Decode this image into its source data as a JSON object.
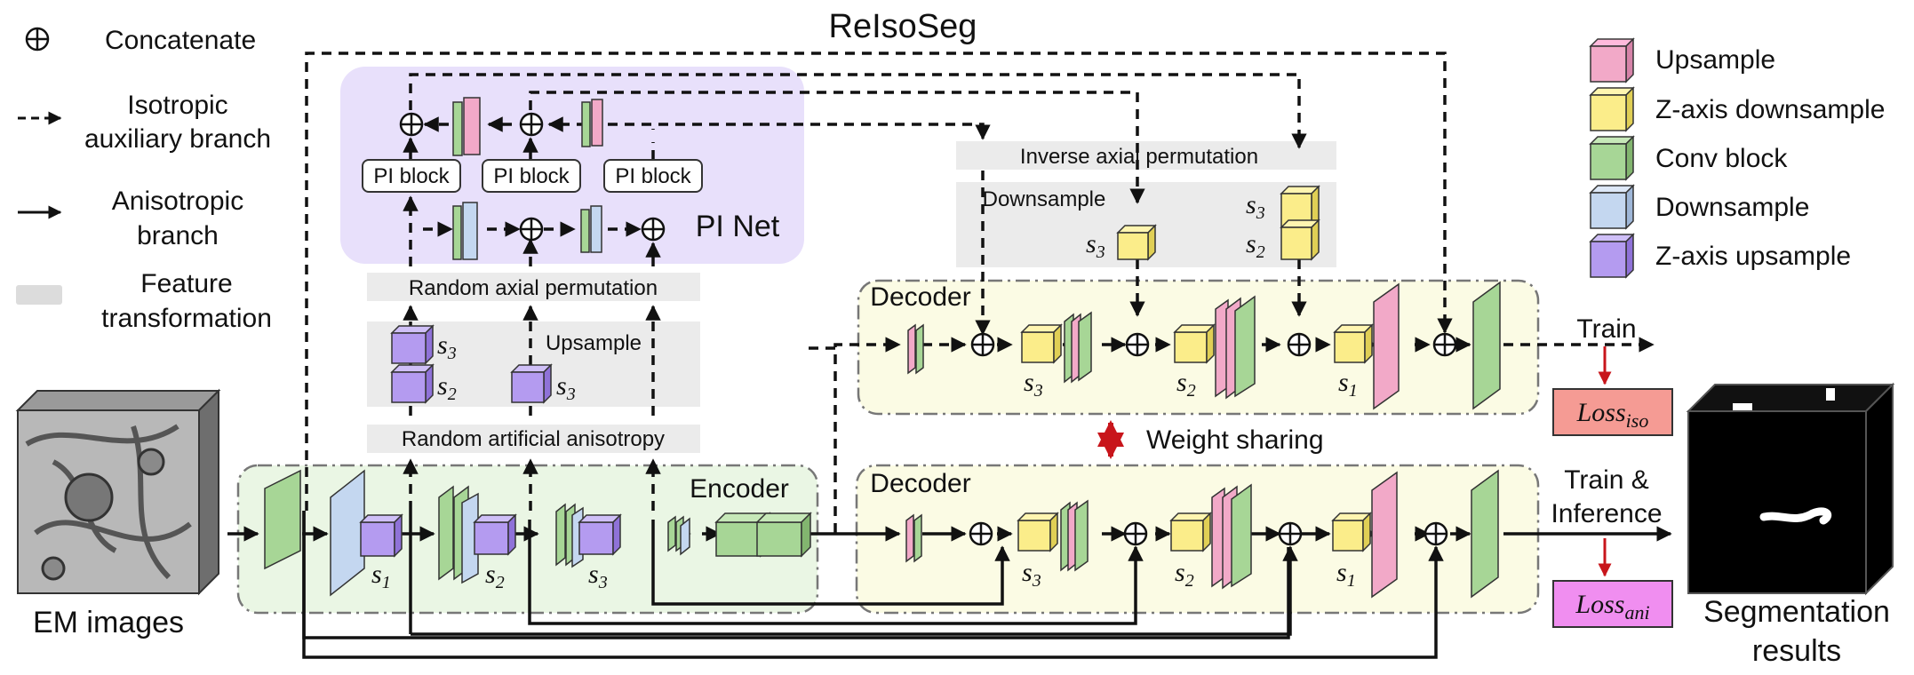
{
  "title": "ReIsoSeg",
  "legend_left": {
    "concat_symbol": "⊕",
    "concatenate": "Concatenate",
    "iso_line1": "Isotropic",
    "iso_line2": "auxiliary branch",
    "ani_line1": "Anisotropic",
    "ani_line2": "branch",
    "feat_line1": "Feature",
    "feat_line2": "transformation"
  },
  "legend_right": {
    "upsample": "Upsample",
    "z_down": "Z-axis downsample",
    "conv": "Conv block",
    "downsample": "Downsample",
    "z_up": "Z-axis upsample"
  },
  "colors": {
    "upsample": "#f2a9c8",
    "z_down": "#fbed8a",
    "conv": "#a7d696",
    "downsample": "#c4d7f0",
    "z_up": "#b49bf0",
    "pi_net_bg": "#e8e0fb",
    "encoder_bg": "#eaf6e4",
    "decoder_bg": "#fbfbe4",
    "feature_bg": "#ebebeb",
    "loss_iso": "#f59b94",
    "loss_ani": "#f08ef0",
    "arrow_red": "#c8151b"
  },
  "pi_net": {
    "label": "PI Net",
    "pi_block": "PI block"
  },
  "feature_boxes": {
    "random_axial_perm": "Random axial permutation",
    "random_artificial_aniso": "Random artificial anisotropy",
    "inverse_axial_perm": "Inverse axial permutation",
    "upsample": "Upsample",
    "downsample": "Downsample"
  },
  "encoder_label": "Encoder",
  "decoder_label": "Decoder",
  "scale_labels": {
    "s1": "s",
    "s2": "s",
    "s3": "s",
    "sub1": "1",
    "sub2": "2",
    "sub3": "3"
  },
  "weight_sharing": "Weight sharing",
  "train": "Train",
  "train_inf_line1": "Train &",
  "train_inf_line2": "Inference",
  "loss_iso_main": "Loss",
  "loss_iso_sub": "iso",
  "loss_ani_main": "Loss",
  "loss_ani_sub": "ani",
  "em_images": "EM images",
  "seg_line1": "Segmentation",
  "seg_line2": "results"
}
